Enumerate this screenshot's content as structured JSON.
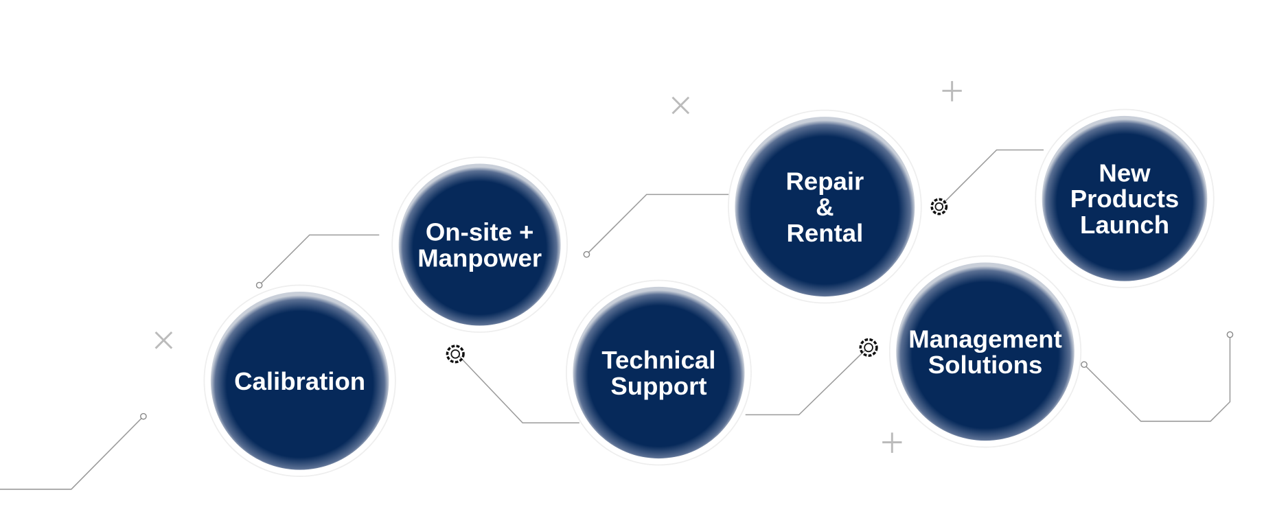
{
  "colors": {
    "circle": "#06295a",
    "text": "#ffffff",
    "line": "#9a9a9a"
  },
  "services": [
    {
      "id": "calibration",
      "lines": [
        "Calibration"
      ]
    },
    {
      "id": "onsite",
      "lines": [
        "On-site +",
        "Manpower"
      ]
    },
    {
      "id": "technical",
      "lines": [
        "Technical",
        "Support"
      ]
    },
    {
      "id": "repair",
      "lines": [
        "Repair",
        "&",
        "Rental"
      ]
    },
    {
      "id": "management",
      "lines": [
        "Management",
        "Solutions"
      ]
    },
    {
      "id": "newproducts",
      "lines": [
        "New",
        "Products",
        "Launch"
      ]
    }
  ]
}
